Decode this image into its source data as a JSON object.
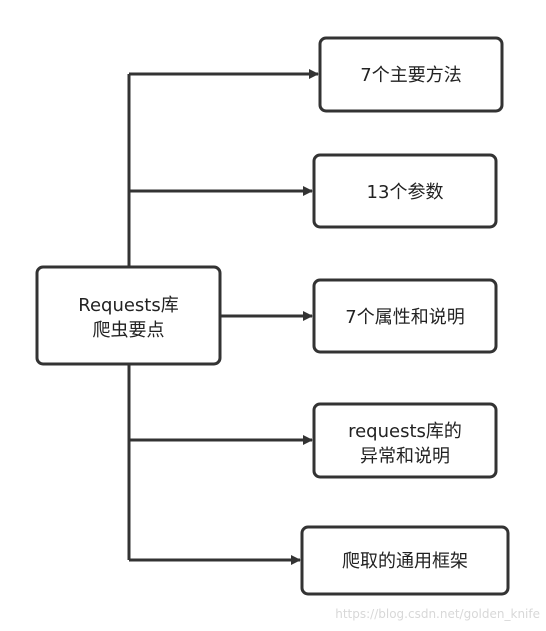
{
  "root": {
    "lines": [
      "Requests库",
      "爬虫要点"
    ]
  },
  "children": [
    {
      "lines": [
        "7个主要方法"
      ]
    },
    {
      "lines": [
        "13个参数"
      ]
    },
    {
      "lines": [
        "7个属性和说明"
      ]
    },
    {
      "lines": [
        "requests库的",
        "异常和说明"
      ]
    },
    {
      "lines": [
        "爬取的通用框架"
      ]
    }
  ],
  "watermark": "https://blog.csdn.net/golden_knife",
  "colors": {
    "stroke": "#333333",
    "text": "#222222",
    "box_fill": "#ffffff"
  }
}
